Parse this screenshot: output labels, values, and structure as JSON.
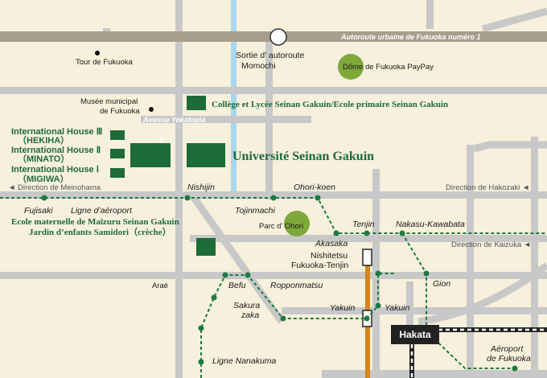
{
  "colors": {
    "background": "#f6f0dc",
    "road": "#c8c8c8",
    "expressway": "#a89e8c",
    "river": "#a8d8f0",
    "subway": "#1e7a40",
    "nishitetsu": "#d4861a",
    "jr": "#222222",
    "campus": "#1e6b3a",
    "park": "#7ea83a"
  },
  "expressway": {
    "label": "Autoroute urbaine de Fukuoka numéro 1"
  },
  "exit": {
    "line1": "Sortie d’ autoroute",
    "line2": "Momochi"
  },
  "avenue": {
    "label": "Avenue Yokatopia"
  },
  "landmarks": {
    "tower": "Tour de Fukuoka",
    "museum_line1": "Musée municipal",
    "museum_line2": "de Fukuoka",
    "dome": "Dôme de Fukuoka PayPay",
    "park": "Parc d’ Ohori"
  },
  "campus": {
    "college": "Collège et Lycée Seinan Gakuin/Ecole primaire Seinan Gakuin",
    "university": "Université Seinan Gakuin",
    "house3_line1": "International House Ⅲ",
    "house3_line2": "（HEKIHA）",
    "house2_line1": "International House Ⅱ",
    "house2_line2": "（MINATO）",
    "house1_line1": "International House Ⅰ",
    "house1_line2": "（MIGIWA）",
    "kinder_line1": "Ecole maternelle de Maïzuru Seinan Gakuin",
    "kinder_line2": "Jardin d’enfants Samidori（crèche）"
  },
  "directions": {
    "meinohama": "◄ Direction de Meinohama",
    "hakozaki": "Direction de Hakozaki ◄",
    "kaizuka": "Direction de Kaizuka ◄"
  },
  "stations": {
    "fujisaki": "Fujisaki",
    "nishijin": "Nishijin",
    "ohori_koen": "Ohori-koen",
    "tojinmachi": "Tojinmachi",
    "akasaka": "Akasaka",
    "tenjin": "Tenjin",
    "nakasu": "Nakasu-Kawabata",
    "nishitetsu_line1": "Nishitetsu",
    "nishitetsu_line2": "Fukuoka-Tenjin",
    "befu": "Befu",
    "ropponmatsu": "Ropponmatsu",
    "sakurazaka_line1": "Sakura",
    "sakurazaka_line2": "zaka",
    "yakuin_west": "Yakuin",
    "yakuin_east": "Yakuin",
    "gion": "Gion",
    "hakata": "Hakata",
    "airport_line1": "Aéroport",
    "airport_line2": "de Fukuoka"
  },
  "lines": {
    "airport": "Ligne d’aéroport",
    "nanakuma": "Ligne Nanakuma"
  },
  "areas": {
    "arae": "Araé"
  }
}
